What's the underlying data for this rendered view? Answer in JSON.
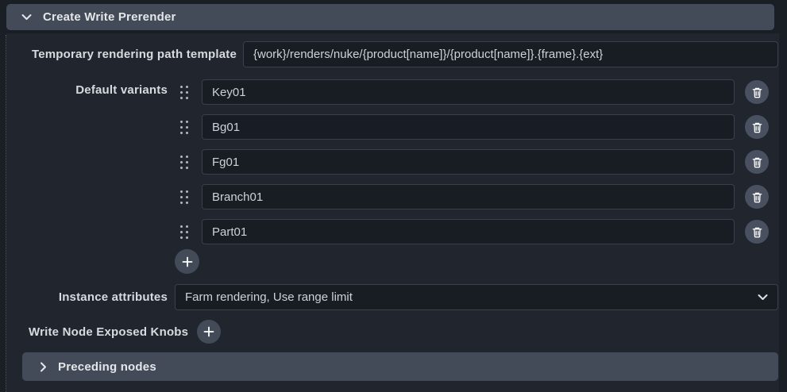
{
  "colors": {
    "page_background": "#1a1f25",
    "panel_background": "#21262e",
    "section_bar": "#444b58",
    "input_background": "#181c23",
    "input_border": "#3a414d",
    "trash_button": "#495060",
    "plus_button": "#444b58",
    "label_text": "#d7dade",
    "input_text": "#ced2d7"
  },
  "panel": {
    "header": {
      "title": "Create Write Prerender",
      "collapse_icon": "chevron-down",
      "expanded": true
    },
    "path_template": {
      "label": "Temporary rendering path template",
      "value": "{work}/renders/nuke/{product[name]}/{product[name]}.{frame}.{ext}"
    },
    "default_variants": {
      "label": "Default variants",
      "items": [
        "Key01",
        "Bg01",
        "Fg01",
        "Branch01",
        "Part01"
      ],
      "row_icons": {
        "drag": "drag-handle",
        "delete": "trash"
      },
      "add_icon": "plus"
    },
    "instance_attributes": {
      "label": "Instance attributes",
      "value": "Farm rendering, Use range limit",
      "icon": "chevron-down"
    },
    "exposed_knobs": {
      "label": "Write Node Exposed Knobs",
      "add_icon": "plus"
    },
    "preceding_nodes": {
      "label": "Preceding nodes",
      "icon": "chevron-right",
      "expanded": false
    }
  }
}
